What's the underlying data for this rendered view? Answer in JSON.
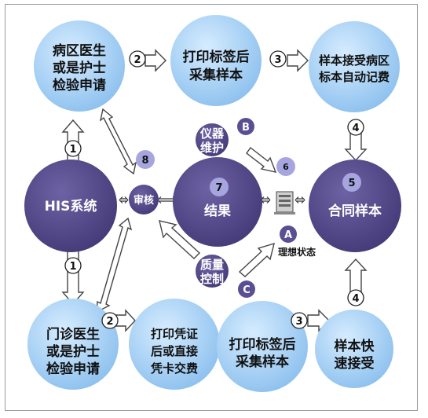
{
  "nodes": {
    "ward_doctor": [
      "病区医生",
      "或是护士",
      "检验申请"
    ],
    "print_label_top": [
      "打印标签后",
      "采集样本"
    ],
    "ward_receive": [
      "样本接受病区",
      "标本自动记费"
    ],
    "his": [
      "HIS系统"
    ],
    "review": [
      "审核"
    ],
    "result": [
      "结果"
    ],
    "qualified": [
      "合同样本"
    ],
    "instrument": [
      "仪器",
      "维护"
    ],
    "quality": [
      "质量",
      "控制"
    ],
    "outpatient": [
      "门诊医生",
      "或是护士",
      "检验申请"
    ],
    "print_voucher": [
      "打印凭证",
      "后或直接",
      "凭卡交费"
    ],
    "print_label_bottom": [
      "打印标签后",
      "采集样本"
    ],
    "fast_receive": [
      "样本快",
      "速接受"
    ]
  },
  "badges": {
    "ward_step1": "1",
    "ward_step2": "2",
    "ward_step3": "3",
    "qualified_step4_top": "4",
    "qualified_step5": "5",
    "device_6": "6",
    "result_7": "7",
    "review_8": "8",
    "out_step1": "1",
    "out_step2": "2",
    "out_step3": "3",
    "qualified_step4_bottom": "4",
    "letter_a": "A",
    "letter_b": "B",
    "letter_c": "C"
  },
  "ideal_state_label": "理想状态",
  "colors": {
    "light_circle": "#9ecaf0",
    "dark_circle": "#5a4f8e",
    "small_badge": "#a7a5e0",
    "letter_badge": "#5b4f93",
    "arrow_fill": "#ffffff",
    "arrow_stroke": "#444444"
  }
}
